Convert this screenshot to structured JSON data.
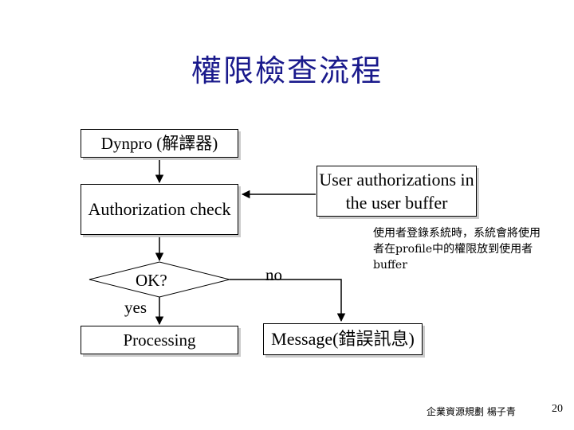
{
  "title": "權限檢查流程",
  "nodes": {
    "dynpro": "Dynpro (解譯器)",
    "auth_check": "Authorization check",
    "user_auth": "User authorizations in the user buffer",
    "ok": "OK?",
    "processing": "Processing",
    "message": "Message(錯誤訊息)"
  },
  "edge_labels": {
    "yes": "yes",
    "no": "no"
  },
  "note": "使用者登錄系統時，系統會將使用者在profile中的權限放到使用者buffer",
  "footer": {
    "author": "企業資源規劃 楊子青",
    "page": "20"
  }
}
